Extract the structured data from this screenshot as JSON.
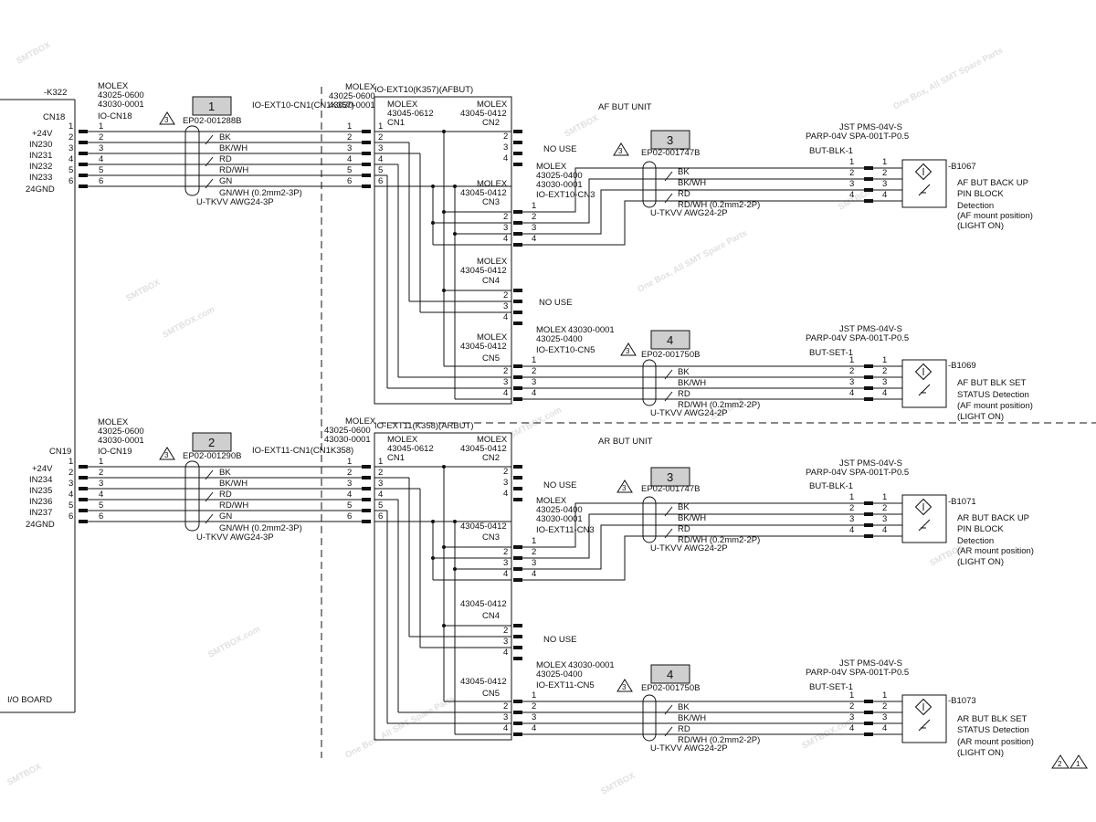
{
  "io_board": {
    "connector_left_ref": "-K322",
    "board_label": "I/O BOARD"
  },
  "harness_1": {
    "tag": "1",
    "part": "EP02-001288B",
    "rev_mark": "3",
    "cable": "U-TKVV AWG24-3P",
    "src_mfr": "MOLEX",
    "src_part1": "43025-0600",
    "src_part2": "43030-0001",
    "src_conn": "IO-CN18",
    "dst_conn_label": "IO-EXT10-CN1(CN1K357)",
    "board_conn": "CN18",
    "signals": [
      "+24V",
      "IN230",
      "IN231",
      "IN232",
      "IN233",
      "24GND"
    ],
    "wire_colors": [
      "BK",
      "BK/WH",
      "RD",
      "RD/WH",
      "GN",
      "GN/WH (0.2mm2-3P)"
    ]
  },
  "harness_2": {
    "tag": "2",
    "part": "EP02-001290B",
    "rev_mark": "3",
    "cable": "U-TKVV AWG24-3P",
    "src_mfr": "MOLEX",
    "src_part1": "43025-0600",
    "src_part2": "43030-0001",
    "src_conn": "IO-CN19",
    "dst_conn_label": "IO-EXT11-CN1(CN1K358)",
    "board_conn": "CN19",
    "signals": [
      "+24V",
      "IN234",
      "IN235",
      "IN236",
      "IN237",
      "24GND"
    ],
    "wire_colors": [
      "BK",
      "BK/WH",
      "RD",
      "RD/WH",
      "GN",
      "GN/WH (0.2mm2-3P)"
    ]
  },
  "ext_board_1": {
    "mfr_top": "MOLEX",
    "part_top1": "43025-0600",
    "part_top2": "43030-0001",
    "title": "IO-EXT10(K357)(AFBUT)",
    "cn1_mfr": "MOLEX",
    "cn1_part": "43045-0612",
    "cn1_label": "CN1",
    "cn2_mfr": "MOLEX",
    "cn2_part": "43045-0412",
    "cn2_label": "CN2",
    "cn3_mfr": "MOLEX",
    "cn3_part": "43045-0412",
    "cn3_label": "CN3",
    "cn4_mfr": "MOLEX",
    "cn4_part": "43045-0412",
    "cn4_label": "CN4",
    "cn5_mfr": "MOLEX",
    "cn5_part": "43045-0412",
    "cn5_label": "CN5"
  },
  "ext_board_2": {
    "mfr_top": "MOLEX",
    "part_top1": "43025-0600",
    "part_top2": "43030-0001",
    "title": "IO-EXT11(K358)(ARBUT)",
    "cn1_mfr": "MOLEX",
    "cn1_part": "43045-0612",
    "cn1_label": "CN1",
    "cn2_mfr": "MOLEX",
    "cn2_part": "43045-0412",
    "cn2_label": "CN2",
    "cn3_mfr": "",
    "cn3_part": "43045-0412",
    "cn3_label": "CN3",
    "cn4_mfr": "",
    "cn4_part": "43045-0412",
    "cn4_label": "CN4",
    "cn5_mfr": "",
    "cn5_part": "43045-0412",
    "cn5_label": "CN5"
  },
  "unit_titles": {
    "af": "AF BUT UNIT",
    "ar": "AR BUT UNIT"
  },
  "no_use": "NO USE",
  "sensor_branches": [
    {
      "tag": "3",
      "rev_mark": "3",
      "part": "EP02-001747B",
      "cable": "U-TKVV AWG24-2P",
      "cable_note": "RD/WH (0.2mm2-2P)",
      "src_mfr": "MOLEX",
      "src_part1": "43025-0400",
      "src_part2": "43030-0001",
      "src_conn": "IO-EXT10-CN3",
      "sensor_conn_mfr": "JST PMS-04V-S",
      "sensor_conn_part": "PARP-04V SPA-001T-P0.5",
      "sensor_block": "BUT-BLK-1",
      "sensor_ref": "-B1067",
      "desc": [
        "AF BUT BACK UP",
        "PIN BLOCK",
        "Detection",
        "(AF mount position)",
        "(LIGHT ON)"
      ],
      "wire_colors": [
        "BK",
        "BK/WH",
        "RD"
      ]
    },
    {
      "tag": "4",
      "rev_mark": "3",
      "part": "EP02-001750B",
      "cable": "U-TKVV AWG24-2P",
      "cable_note": "RD/WH (0.2mm2-2P)",
      "src_mfr": "MOLEX",
      "src_part1": "43030-0001",
      "src_part2": "43025-0400",
      "src_conn": "IO-EXT10-CN5",
      "sensor_conn_mfr": "JST PMS-04V-S",
      "sensor_conn_part": "PARP-04V SPA-001T-P0.5",
      "sensor_block": "BUT-SET-1",
      "sensor_ref": "-B1069",
      "desc": [
        "AF BUT BLK SET",
        "STATUS Detection",
        "(AF mount position)",
        "(LIGHT ON)"
      ],
      "wire_colors": [
        "BK",
        "BK/WH",
        "RD"
      ]
    },
    {
      "tag": "3",
      "rev_mark": "3",
      "part": "EP02-001747B",
      "cable": "U-TKVV AWG24-2P",
      "cable_note": "RD/WH (0.2mm2-2P)",
      "src_mfr": "MOLEX",
      "src_part1": "43025-0400",
      "src_part2": "43030-0001",
      "src_conn": "IO-EXT11-CN3",
      "sensor_conn_mfr": "JST PMS-04V-S",
      "sensor_conn_part": "PARP-04V SPA-001T-P0.5",
      "sensor_block": "BUT-BLK-1",
      "sensor_ref": "-B1071",
      "desc": [
        "AR BUT BACK UP",
        "PIN BLOCK",
        "Detection",
        "(AR mount position)",
        "(LIGHT ON)"
      ],
      "wire_colors": [
        "BK",
        "BK/WH",
        "RD"
      ]
    },
    {
      "tag": "4",
      "rev_mark": "3",
      "part": "EP02-001750B",
      "cable": "U-TKVV AWG24-2P",
      "cable_note": "RD/WH (0.2mm2-2P)",
      "src_mfr": "MOLEX",
      "src_part1": "43030-0001",
      "src_part2": "43025-0400",
      "src_conn": "IO-EXT11-CN5",
      "sensor_conn_mfr": "JST PMS-04V-S",
      "sensor_conn_part": "PARP-04V SPA-001T-P0.5",
      "sensor_block": "BUT-SET-1",
      "sensor_ref": "-B1073",
      "desc": [
        "AR BUT BLK SET",
        "STATUS Detection",
        "(AR mount position)",
        "(LIGHT ON)"
      ],
      "wire_colors": [
        "BK",
        "BK/WH",
        "RD"
      ]
    }
  ],
  "revision_marks": [
    "2",
    "1"
  ],
  "watermark": {
    "brand": "SMTBOX",
    "domain": "SMTBOX.com",
    "slogan": "One Box, All SMT Spare Parts"
  },
  "colors": {
    "ink": "#111111",
    "tag_box_fill": "#cfcfcf",
    "watermark": "#c8c8c8",
    "background": "#ffffff"
  }
}
